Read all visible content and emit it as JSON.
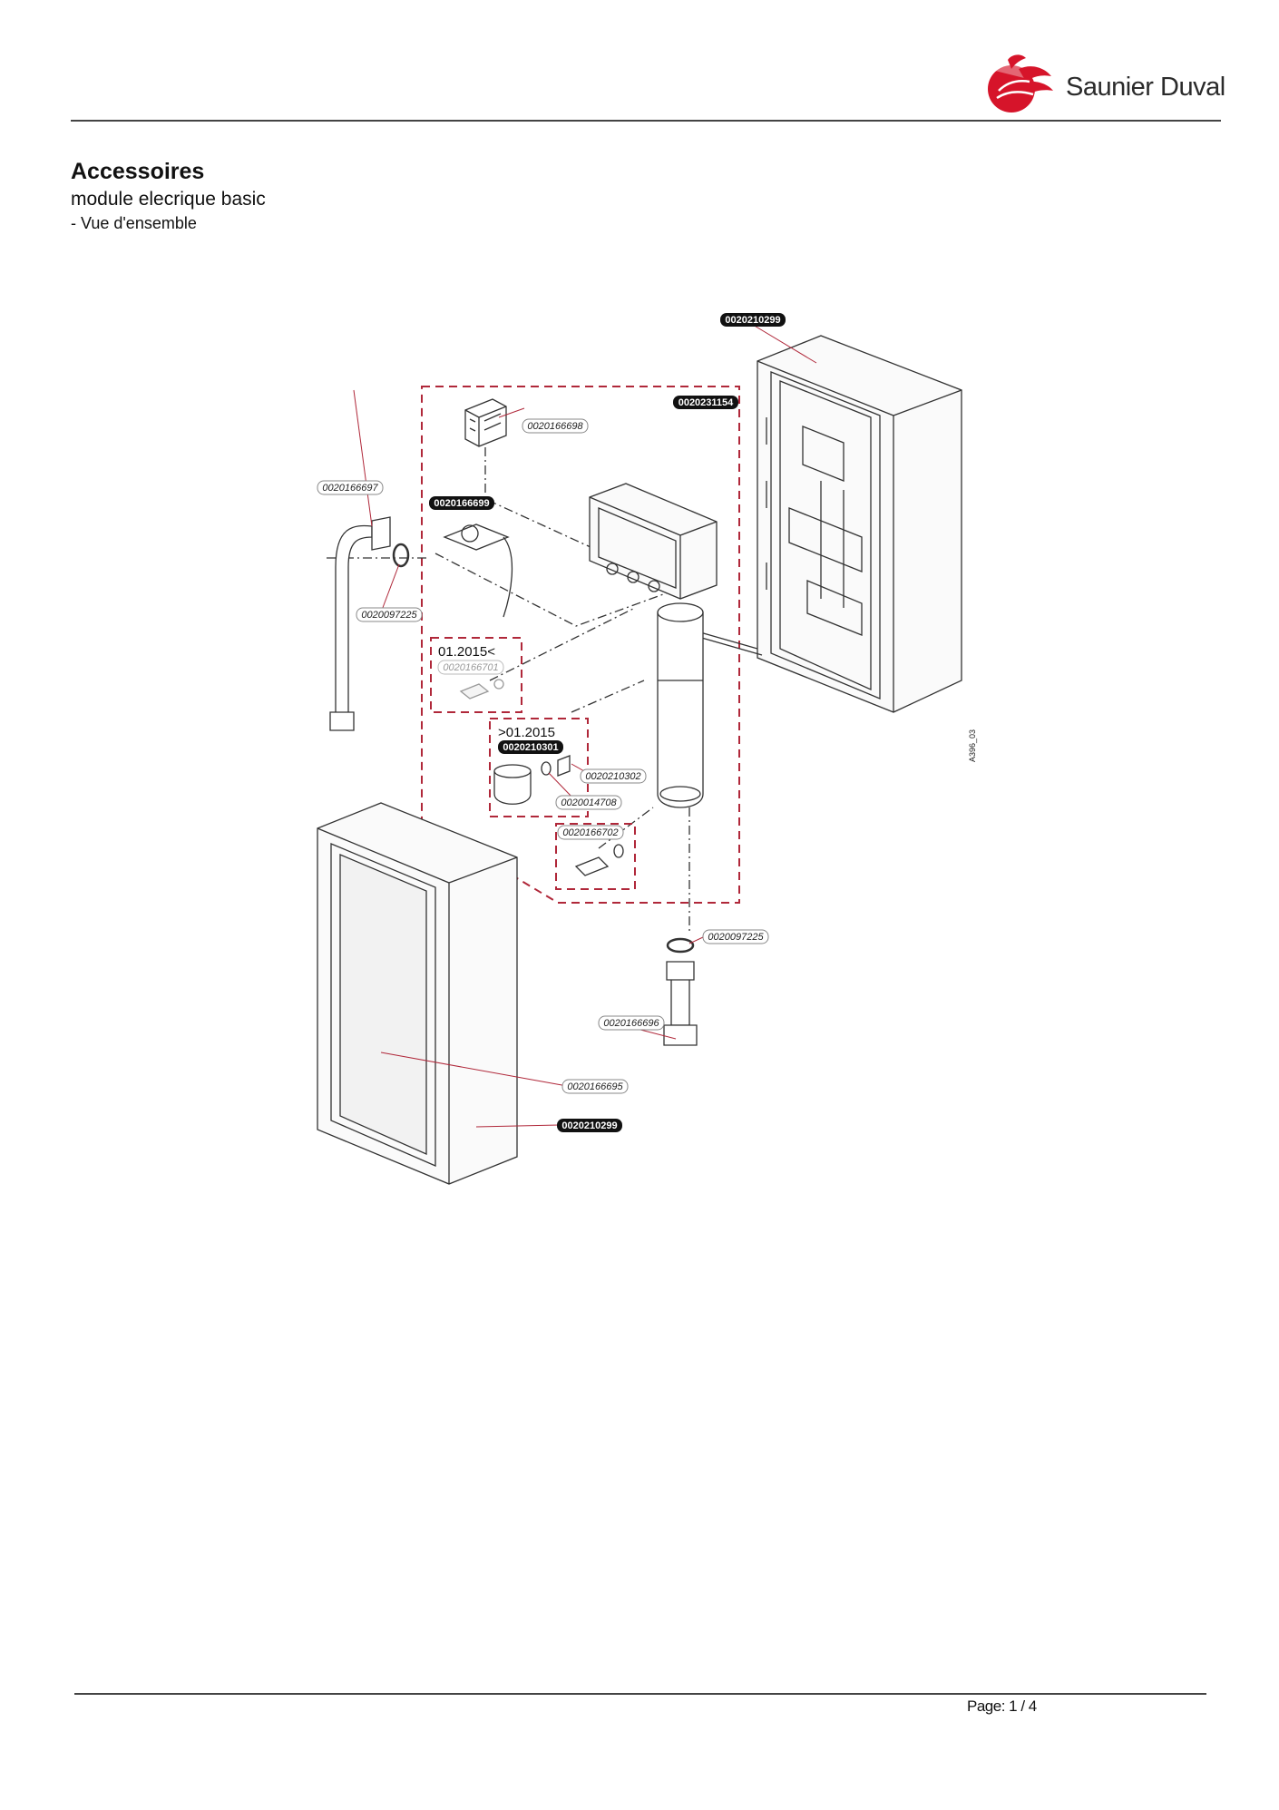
{
  "header": {
    "brand": "Saunier Duval",
    "logo_icon": "red-flower-logo-icon",
    "brand_color": "#d6142a"
  },
  "document": {
    "title": "Accessoires",
    "subtitle": "module elecrique basic",
    "section": "- Vue d'ensemble"
  },
  "diagram": {
    "drawing_code": "A396_03",
    "labels": {
      "cover_back_top": "0020210299",
      "kit_group": "0020231154",
      "terminal_block": "0020166698",
      "pipe_left": "0020166697",
      "thermostat": "0020166699",
      "oring_left": "0020097225",
      "variant_old_date": "01.2015<",
      "variant_old_part": "0020166701",
      "variant_new_date": ">01.2015",
      "variant_new_part": "0020210301",
      "fitting_nut": "0020210302",
      "valve": "0020014708",
      "fitting_bottom": "0020166702",
      "oring_bottom": "0020097225",
      "union_bottom": "0020166696",
      "front_panel": "0020166695",
      "cover_front": "0020210299"
    }
  },
  "footer": {
    "page": "Page: 1 / 4"
  }
}
